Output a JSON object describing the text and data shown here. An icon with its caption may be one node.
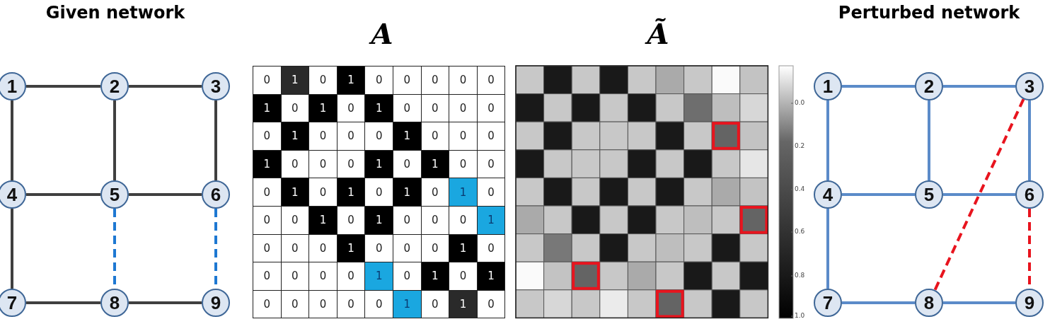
{
  "diagram": {
    "nodes": [
      {
        "text": [
          "1"
        ]
      },
      {
        "text": [
          "2"
        ]
      },
      {
        "text": [
          "3"
        ]
      },
      {
        "text": [
          "4"
        ]
      },
      {
        "text": [
          "5"
        ]
      },
      {
        "text": [
          "6"
        ]
      },
      {
        "text": [
          "7"
        ]
      },
      {
        "text": [
          "8"
        ]
      },
      {
        "text": [
          "9"
        ]
      },
      {
        "text": [
          "1"
        ]
      },
      {
        "text": [
          "2"
        ]
      },
      {
        "text": [
          "3"
        ]
      },
      {
        "text": [
          "4"
        ]
      },
      {
        "text": [
          "5"
        ]
      },
      {
        "text": [
          "6"
        ]
      },
      {
        "text": [
          "7"
        ]
      },
      {
        "text": [
          "8"
        ]
      },
      {
        "text": [
          "9"
        ]
      }
    ],
    "edges": [
      {
        "from": 0,
        "to": 1,
        "arrow": "none",
        "color": "#404040"
      },
      {
        "from": 1,
        "to": 2,
        "arrow": "none",
        "color": "#404040"
      },
      {
        "from": 0,
        "to": 3,
        "arrow": "none",
        "color": "#404040"
      },
      {
        "from": 1,
        "to": 4,
        "arrow": "none",
        "color": "#404040"
      },
      {
        "from": 2,
        "to": 5,
        "arrow": "none",
        "color": "#404040"
      },
      {
        "from": 3,
        "to": 4,
        "arrow": "none",
        "color": "#404040"
      },
      {
        "from": 4,
        "to": 5,
        "arrow": "none",
        "color": "#404040"
      },
      {
        "from": 3,
        "to": 6,
        "arrow": "none",
        "color": "#404040"
      },
      {
        "from": 4,
        "to": 7,
        "arrow": "none",
        "style": "dashed",
        "color": "#1e78d2"
      },
      {
        "from": 5,
        "to": 8,
        "arrow": "none",
        "style": "dashed",
        "color": "#1e78d2"
      },
      {
        "from": 6,
        "to": 7,
        "arrow": "none",
        "color": "#404040"
      },
      {
        "from": 7,
        "to": 8,
        "arrow": "none",
        "color": "#404040"
      },
      {
        "from": 9,
        "to": 10,
        "arrow": "none",
        "color": "#5b8bc9"
      },
      {
        "from": 10,
        "to": 11,
        "arrow": "none",
        "color": "#5b8bc9"
      },
      {
        "from": 9,
        "to": 12,
        "arrow": "none",
        "color": "#5b8bc9"
      },
      {
        "from": 10,
        "to": 13,
        "arrow": "none",
        "color": "#5b8bc9"
      },
      {
        "from": 11,
        "to": 14,
        "arrow": "none",
        "color": "#5b8bc9"
      },
      {
        "from": 11,
        "to": 16,
        "arrow": "none",
        "style": "dashed",
        "color": "#e8141e"
      },
      {
        "from": 12,
        "to": 13,
        "arrow": "none",
        "color": "#5b8bc9"
      },
      {
        "from": 13,
        "to": 14,
        "arrow": "none",
        "color": "#5b8bc9"
      },
      {
        "from": 12,
        "to": 15,
        "arrow": "none",
        "color": "#5b8bc9"
      },
      {
        "from": 14,
        "to": 17,
        "arrow": "none",
        "style": "dashed",
        "color": "#e8141e"
      },
      {
        "from": 15,
        "to": 16,
        "arrow": "none",
        "color": "#5b8bc9"
      },
      {
        "from": 16,
        "to": 17,
        "arrow": "none",
        "color": "#5b8bc9"
      }
    ],
    "labels": [
      "Given network",
      "A",
      "Ã",
      "Perturbed network",
      "0",
      "1",
      "0",
      "1",
      "0",
      "0",
      "0",
      "0",
      "0",
      "1",
      "0",
      "1",
      "0",
      "1",
      "0",
      "0",
      "0",
      "0",
      "0",
      "1",
      "0",
      "0",
      "0",
      "1",
      "0",
      "0",
      "0",
      "1",
      "0",
      "0",
      "0",
      "1",
      "0",
      "1",
      "0",
      "0",
      "0",
      "1",
      "0",
      "1",
      "0",
      "1",
      "0",
      "1",
      "0",
      "0",
      "0",
      "1",
      "0",
      "1",
      "0",
      "0",
      "0",
      "1",
      "0",
      "0",
      "0",
      "1",
      "0",
      "0",
      "0",
      "1",
      "0",
      "0",
      "0",
      "0",
      "0",
      "1",
      "0",
      "1",
      "0",
      "1",
      "0",
      "0",
      "0",
      "0",
      "0",
      "1",
      "0",
      "1",
      "0",
      "0.0",
      "0.2",
      "0.4",
      "0.6",
      "0.8",
      "1.0"
    ]
  }
}
